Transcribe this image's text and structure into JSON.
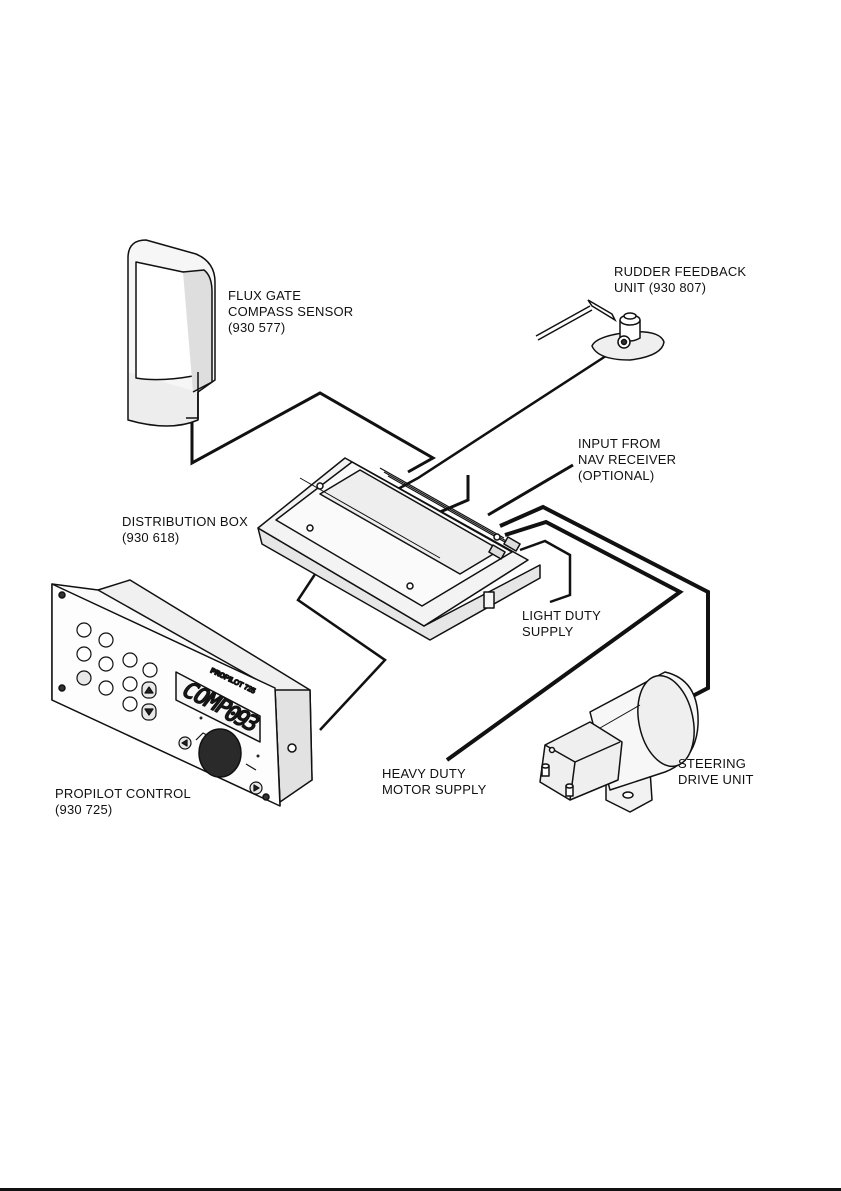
{
  "labels": {
    "flux_gate": [
      "FLUX GATE",
      "COMPASS SENSOR",
      "(930 577)"
    ],
    "rudder_feedback": [
      "RUDDER FEEDBACK",
      "UNIT  (930 807)"
    ],
    "nav_input": [
      "INPUT FROM",
      "NAV RECEIVER",
      "(OPTIONAL)"
    ],
    "distribution_box": [
      "DISTRIBUTION BOX",
      "(930 618)"
    ],
    "light_duty": [
      "LIGHT DUTY",
      "SUPPLY"
    ],
    "propilot_control": [
      "PROPILOT CONTROL",
      "(930 725)"
    ],
    "heavy_duty": [
      "HEAVY DUTY",
      "MOTOR SUPPLY"
    ],
    "steering_drive": [
      "STEERING",
      "DRIVE UNIT"
    ]
  },
  "control_panel": {
    "lcd_mode": "COMP",
    "lcd_value": "093",
    "brand_bold": "PRO",
    "brand_rest": "PILOT 725"
  },
  "colors": {
    "line": "#111111",
    "light_fill": "#f4f4f4",
    "mid_fill": "#d9d9d9",
    "dark_fill": "#2a2a2a"
  }
}
